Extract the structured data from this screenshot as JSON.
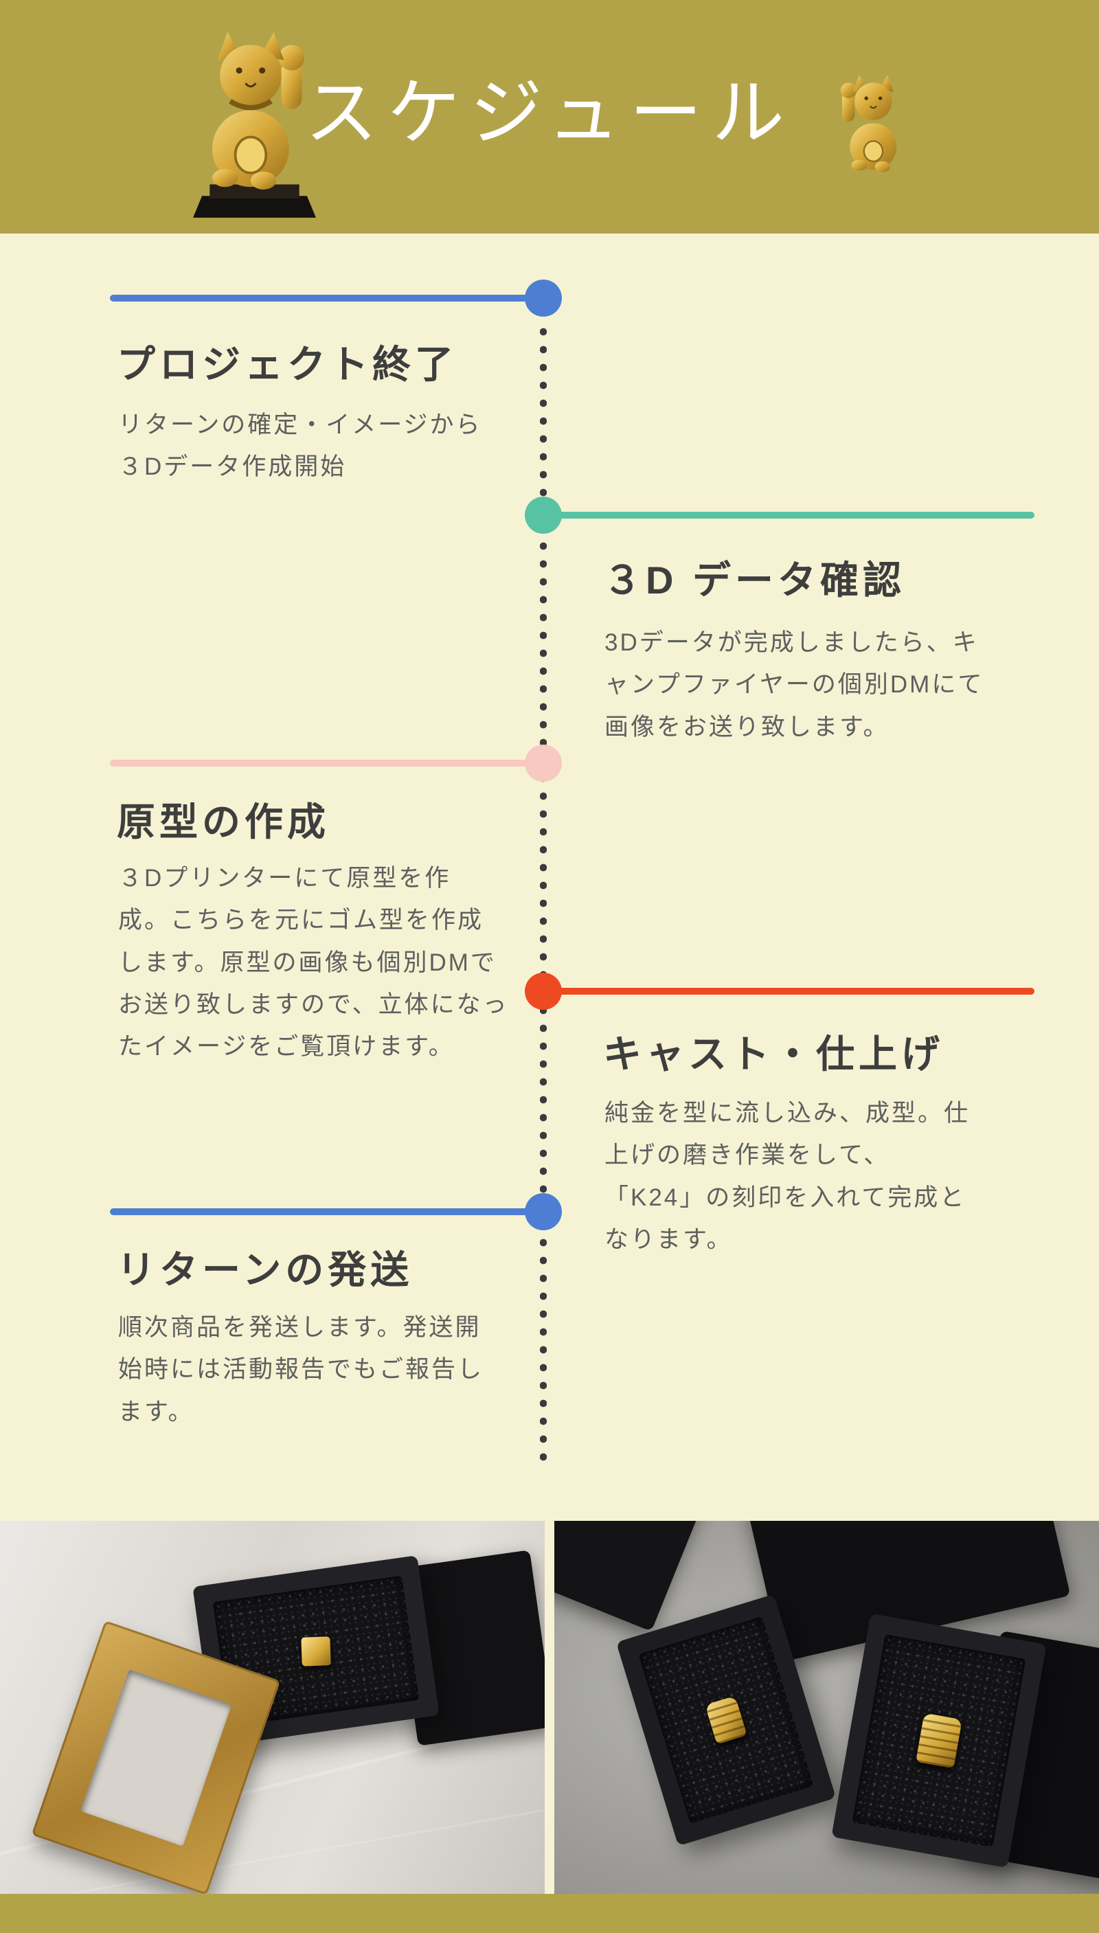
{
  "header": {
    "title": "スケジュール",
    "band_color": "#b3a348",
    "left_icon": "maneki-neko-gold-cat",
    "right_icon": "maneki-neko-gold-cat"
  },
  "colors": {
    "page_background": "#f6f3d4",
    "band": "#b3a348",
    "heading_text": "#3e3e3e",
    "body_text": "#5f5f5f",
    "timeline_dots": "#3b3b3b",
    "accent_blue": "#4d7ed3",
    "accent_teal": "#58c3a3",
    "accent_pink": "#f7c9c0",
    "accent_orange": "#ee4a21"
  },
  "timeline": {
    "items": [
      {
        "side": "left",
        "accent": "#4d7ed3",
        "heading": "プロジェクト終了",
        "body": "リターンの確定・イメージから\n３Dデータ作成開始"
      },
      {
        "side": "right",
        "accent": "#58c3a3",
        "heading": "３D データ確認",
        "body": "3Dデータが完成しましたら、キ\nャンプファイヤーの個別DMにて\n画像をお送り致します。"
      },
      {
        "side": "left",
        "accent": "#f7c9c0",
        "heading": "原型の作成",
        "body": "３Dプリンターにて原型を作\n成。こちらを元にゴム型を作成\nします。原型の画像も個別DMで\nお送り致しますので、立体になっ\nたイメージをご覧頂けます。"
      },
      {
        "side": "right",
        "accent": "#ee4a21",
        "heading": "キャスト・仕上げ",
        "body": "純金を型に流し込み、成型。仕\n上げの磨き作業をして、\n「K24」の刻印を入れて完成と\nなります。"
      },
      {
        "side": "left",
        "accent": "#4d7ed3",
        "heading": "リターンの発送",
        "body": "順次商品を発送します。発送開\n始時には活動報告でもご報告し\nます。"
      }
    ]
  }
}
